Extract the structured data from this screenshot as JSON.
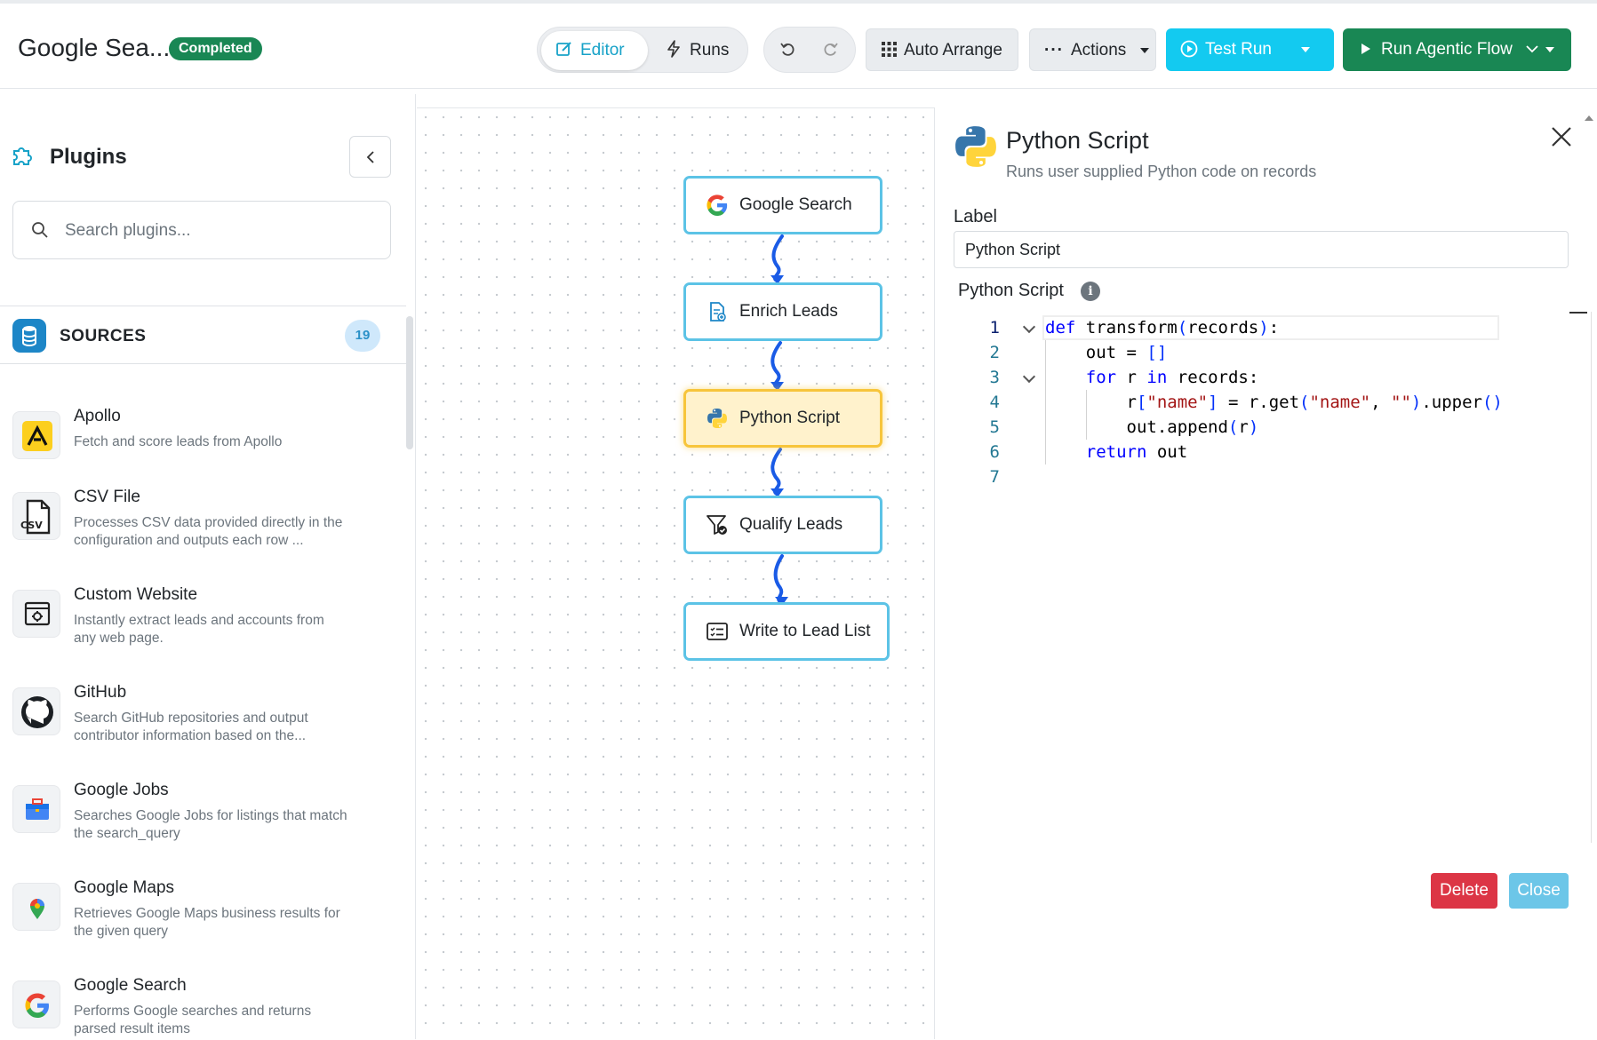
{
  "header": {
    "title": "Google Sea...",
    "status": "Completed",
    "tabs": [
      {
        "label": "Editor",
        "active": true
      },
      {
        "label": "Runs",
        "active": false
      }
    ],
    "auto_arrange": "Auto Arrange",
    "actions": "Actions",
    "test_run": "Test Run",
    "run_flow": "Run Agentic Flow"
  },
  "sidebar": {
    "title": "Plugins",
    "search_placeholder": "Search plugins...",
    "section_label": "SOURCES",
    "section_count": "19",
    "plugins": [
      {
        "name": "Apollo",
        "desc": "Fetch and score leads from Apollo",
        "icon": "apollo-icon"
      },
      {
        "name": "CSV File",
        "desc": "Processes CSV data provided directly in the configuration and outputs each row ...",
        "icon": "csv-file-icon"
      },
      {
        "name": "Custom Website",
        "desc": "Instantly extract leads and accounts from any web page.",
        "icon": "browser-window-icon"
      },
      {
        "name": "GitHub",
        "desc": "Search GitHub repositories and output contributor information based on the...",
        "icon": "github-icon"
      },
      {
        "name": "Google Jobs",
        "desc": "Searches Google Jobs for listings that match the search_query",
        "icon": "briefcase-icon"
      },
      {
        "name": "Google Maps",
        "desc": "Retrieves Google Maps business results for the given query",
        "icon": "map-pin-icon"
      },
      {
        "name": "Google Search",
        "desc": "Performs Google searches and returns parsed result items",
        "icon": "google-icon"
      }
    ]
  },
  "canvas": {
    "nodes": [
      {
        "label": "Google Search",
        "icon": "google-icon"
      },
      {
        "label": "Enrich Leads",
        "icon": "document-icon"
      },
      {
        "label": "Python Script",
        "icon": "python-icon",
        "selected": true
      },
      {
        "label": "Qualify Leads",
        "icon": "filter-icon"
      },
      {
        "label": "Write to Lead List",
        "icon": "list-icon"
      }
    ]
  },
  "panel": {
    "title": "Python Script",
    "subtitle": "Runs user supplied Python code on records",
    "label_heading": "Label",
    "label_value": "Python Script",
    "script_heading": "Python Script",
    "line_numbers": [
      "1",
      "2",
      "3",
      "4",
      "5",
      "6",
      "7"
    ],
    "code_lines": [
      "def transform(records):",
      "    out = []",
      "    for r in records:",
      "        r[\"name\"] = r.get(\"name\", \"\").upper()",
      "        out.append(r)",
      "    return out",
      ""
    ],
    "delete": "Delete",
    "close": "Close"
  },
  "colors": {
    "accent": "#17a2c8",
    "success": "#198754",
    "danger": "#dc3545",
    "cyan": "#13caf0",
    "edge": "#1a5be6"
  }
}
